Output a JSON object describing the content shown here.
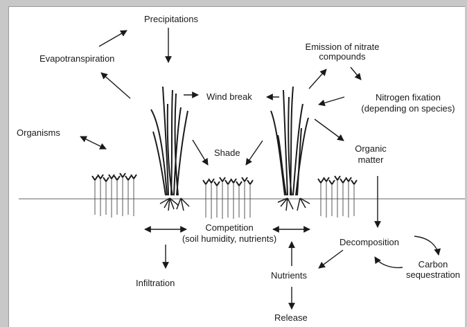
{
  "diagram": {
    "labels": {
      "precipitations": "Precipitations",
      "evapotranspiration": "Evapotranspiration",
      "emission_line1": "Emission of nitrate",
      "emission_line2": "compounds",
      "wind_break": "Wind break",
      "nitrogen_line1": "Nitrogen fixation",
      "nitrogen_line2": "(depending on species)",
      "organisms": "Organisms",
      "shade": "Shade",
      "organic_line1": "Organic",
      "organic_line2": "matter",
      "competition_line1": "Competition",
      "competition_line2": "(soil humidity, nutrients)",
      "decomposition": "Decomposition",
      "carbon_line1": "Carbon",
      "carbon_line2": "sequestration",
      "infiltration": "Infiltration",
      "nutrients": "Nutrients",
      "release": "Release"
    },
    "colors": {
      "frame": "#c8c8c8",
      "background": "#ffffff",
      "ground": "#b0b0b0",
      "ink": "#1a1a1a"
    }
  }
}
